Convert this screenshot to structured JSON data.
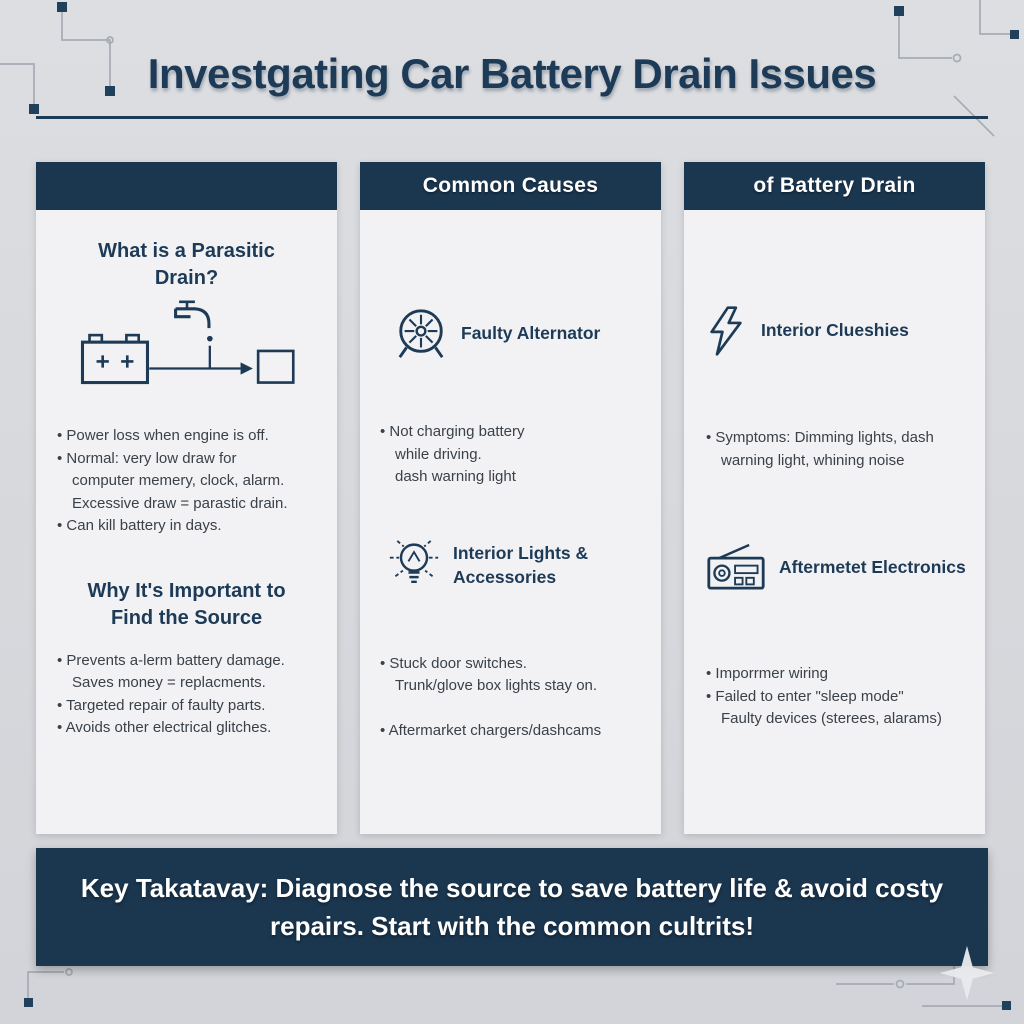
{
  "title": "Investgating Car Battery Drain Issues",
  "colors": {
    "navy": "#1b3750",
    "page_bg": "#d8dade",
    "panel_bg": "#f2f2f4",
    "body_text": "#3a4149",
    "white": "#ffffff"
  },
  "icons": {
    "diagram": [
      "battery-icon",
      "faucet-icon",
      "water-drop-icon",
      "flow-arrow-icon",
      "drain-box-icon"
    ],
    "col2_cause1": "alternator-icon",
    "col2_cause2": "lightbulb-icon",
    "col3_cause1": "lightning-bolt-icon",
    "col3_cause2": "radio-icon",
    "corners": "circuit-trace-decoration",
    "bottom_right": "sparkle-icon"
  },
  "columns": {
    "col1": {
      "header": "",
      "what": {
        "heading": "What is a Parasitic Drain?",
        "bullets": [
          "• Power loss when engine is off.",
          "• Normal: very low draw for computer memery, clock, alarm.",
          "Excessive draw = parastic drain.",
          "• Can kill battery in days."
        ]
      },
      "why": {
        "heading": "Why It's Important to Find the Source",
        "bullets": [
          "• Prevents a-lerm battery damage.",
          "Saves money = replacments.",
          "• Targeted repair of faulty parts.",
          "• Avoids other electrical glitches."
        ]
      }
    },
    "col2": {
      "header": "Common Causes",
      "cause1": {
        "heading": "Faulty Alternator",
        "bullets": [
          "• Not charging battery while driving.",
          "dash warning light"
        ]
      },
      "cause2": {
        "heading": "Interior Lights & Accessories",
        "bullets": [
          "• Stuck door switches.",
          "Trunk/glove box lights stay on.",
          "• Aftermarket chargers/dashcams"
        ]
      }
    },
    "col3": {
      "header": "of Battery Drain",
      "cause1": {
        "heading": "Interior Clueshies",
        "bullets": [
          "• Symptoms: Dimming lights, dash warning light, whining noise"
        ]
      },
      "cause2": {
        "heading": "Aftermetet Electronics",
        "bullets": [
          "• Imporrmer wiring",
          "• Failed to enter \"sleep mode\"",
          "Faulty devices (sterees, alarams)"
        ]
      }
    }
  },
  "banner": {
    "line1": "Key Takatavay: Diagnose the source to save battery life & avoid costy",
    "line2": "repairs. Start with the common cultrits!"
  }
}
